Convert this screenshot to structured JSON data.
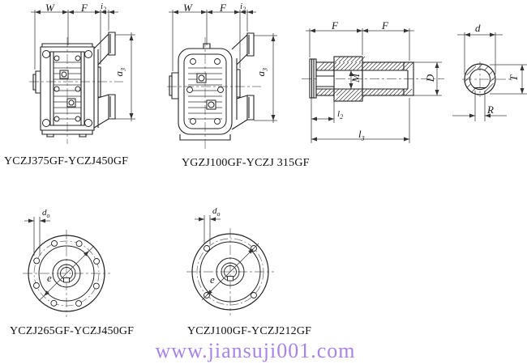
{
  "drawings": {
    "gearbox_side_large": {
      "caption": "YCZJ375GF-YCZJ450GF",
      "dims": {
        "width": "W",
        "flange": "F",
        "i_main": "i",
        "i_sub": "2",
        "a_main": "a",
        "a_sub": "3"
      }
    },
    "gearbox_side_small": {
      "caption": "YGZJ100GF-YCZJ 315GF",
      "dims": {
        "width": "W",
        "flange": "F",
        "i_main": "i",
        "i_sub": "2",
        "a_main": "a",
        "a_sub": "3"
      }
    },
    "hollow_shaft_section": {
      "dims": {
        "f_left": "F",
        "f_right": "F",
        "bore": "M",
        "outer_dia": "D",
        "l2_main": "l",
        "l2_sub": "2",
        "l3_main": "l",
        "l3_sub": "3"
      }
    },
    "shaft_end_view": {
      "dims": {
        "dia": "d",
        "depth": "T",
        "key": "R"
      }
    },
    "flange_8_hole": {
      "caption": "YCZJ265GF-YCZJ450GF",
      "dims": {
        "hole_main": "d",
        "hole_sub": "o",
        "bolt_circle": "e"
      }
    },
    "flange_4_hole": {
      "caption": "YCZJ100GF-YCZJ212GF",
      "dims": {
        "hole_main": "d",
        "hole_sub": "o",
        "bolt_circle": "e"
      }
    }
  },
  "watermark": {
    "text": "www.jiansuji001.com",
    "color": "#a884e6"
  },
  "line_color": "#222222"
}
